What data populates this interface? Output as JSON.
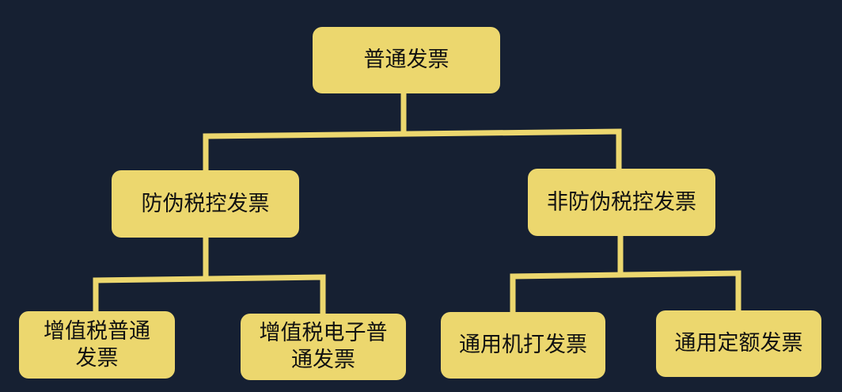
{
  "colors": {
    "background": "#162032",
    "node_fill": "#ecd76e",
    "connector": "#ecd76e",
    "text": "#111111"
  },
  "tree": {
    "root": {
      "label": "普通发票"
    },
    "branch_left": {
      "label": "防伪税控发票"
    },
    "branch_right": {
      "label": "非防伪税控发票"
    },
    "leaf_1": {
      "label": "增值税普通发票"
    },
    "leaf_2": {
      "label": "增值税电子普通发票"
    },
    "leaf_3": {
      "label": "通用机打发票"
    },
    "leaf_4": {
      "label": "通用定额发票"
    }
  }
}
